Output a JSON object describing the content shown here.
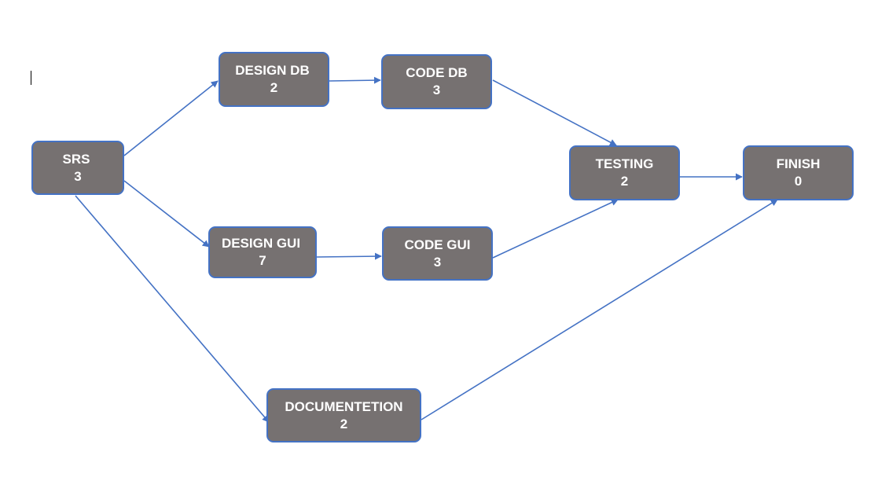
{
  "colors": {
    "node_fill": "#767171",
    "node_border": "#4472c4",
    "edge": "#4472c4",
    "text": "#ffffff"
  },
  "nodes": [
    {
      "id": "srs",
      "name": "SRS",
      "duration": "3"
    },
    {
      "id": "design-db",
      "name": "DESIGN DB",
      "duration": "2"
    },
    {
      "id": "code-db",
      "name": "CODE DB",
      "duration": "3"
    },
    {
      "id": "design-gui",
      "name": "DESIGN GUI",
      "duration": "7"
    },
    {
      "id": "code-gui",
      "name": "CODE GUI",
      "duration": "3"
    },
    {
      "id": "testing",
      "name": "TESTING",
      "duration": "2"
    },
    {
      "id": "finish",
      "name": "FINISH",
      "duration": "0"
    },
    {
      "id": "doc",
      "name": "DOCUMENTETION",
      "duration": "2"
    }
  ],
  "edges": [
    {
      "from": "srs",
      "to": "design-db"
    },
    {
      "from": "srs",
      "to": "design-gui"
    },
    {
      "from": "srs",
      "to": "doc"
    },
    {
      "from": "design-db",
      "to": "code-db"
    },
    {
      "from": "design-gui",
      "to": "code-gui"
    },
    {
      "from": "code-db",
      "to": "testing"
    },
    {
      "from": "code-gui",
      "to": "testing"
    },
    {
      "from": "testing",
      "to": "finish"
    },
    {
      "from": "doc",
      "to": "finish"
    }
  ]
}
